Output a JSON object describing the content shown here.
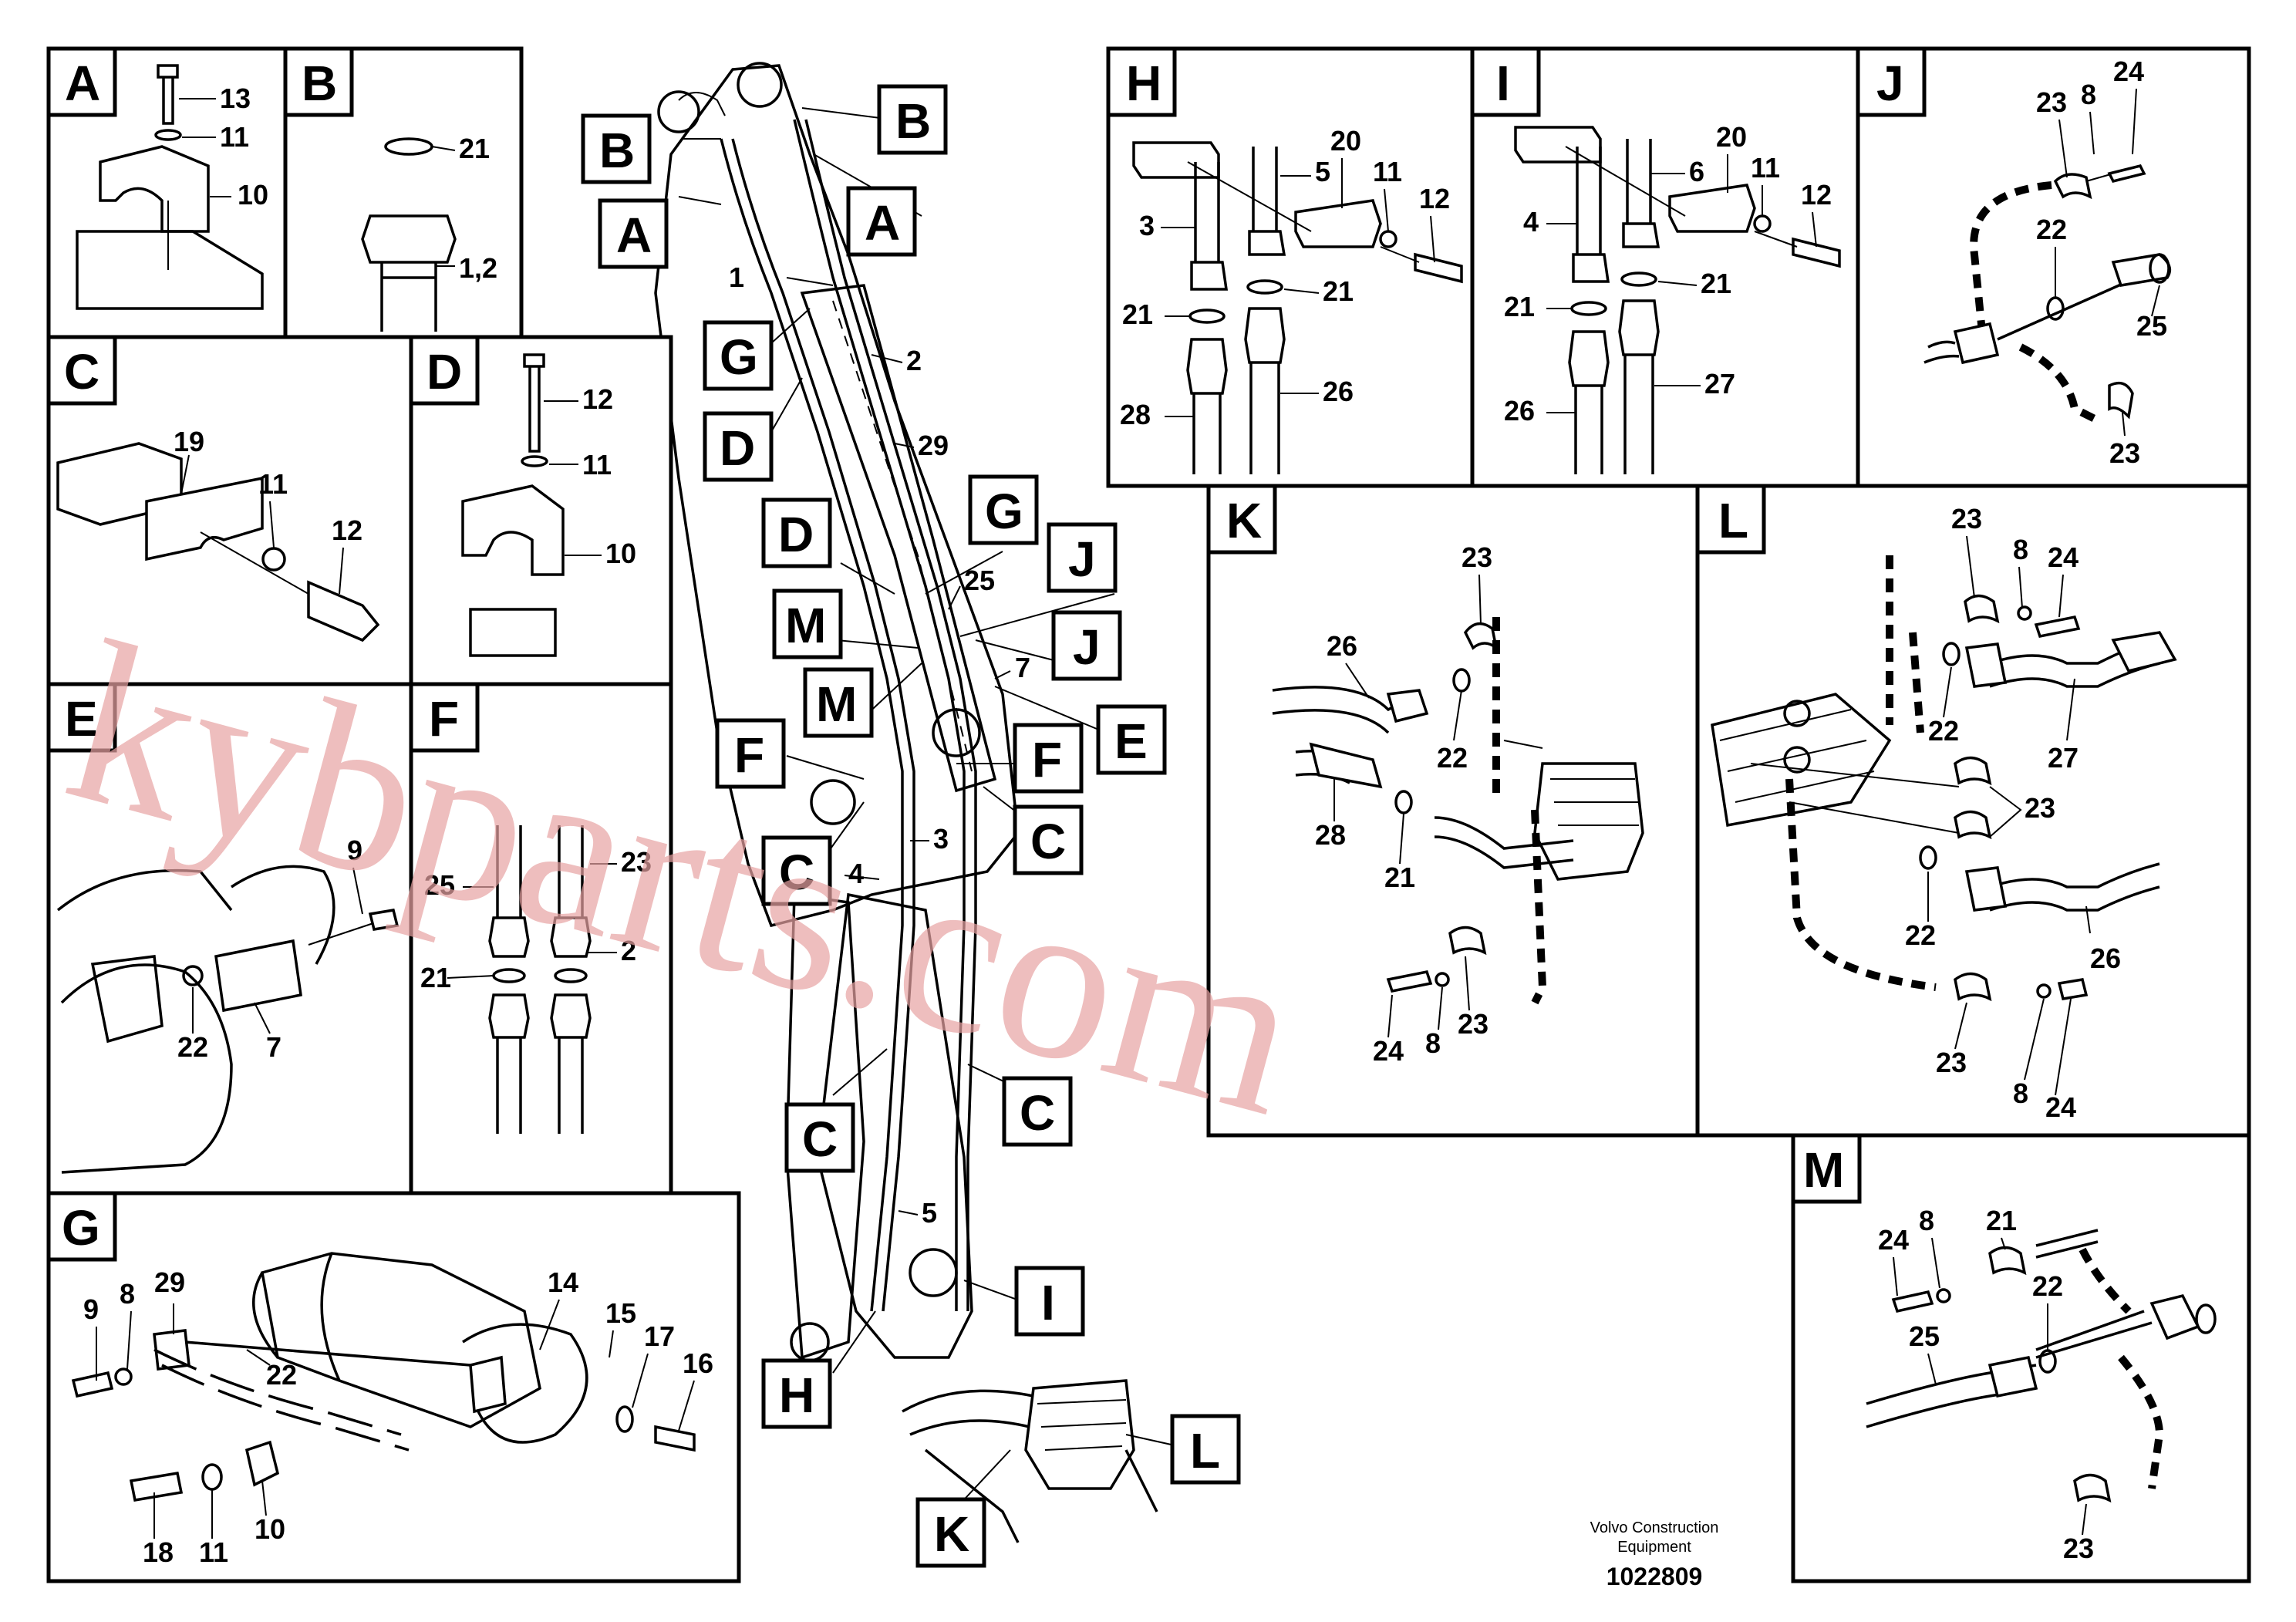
{
  "panels": {
    "A": {
      "letter": "A",
      "callouts": [
        "13",
        "11",
        "10"
      ]
    },
    "B": {
      "letter": "B",
      "callouts": [
        "21",
        "1,2"
      ]
    },
    "C": {
      "letter": "C",
      "callouts": [
        "19",
        "11",
        "12"
      ]
    },
    "D": {
      "letter": "D",
      "callouts": [
        "12",
        "11",
        "10"
      ]
    },
    "E": {
      "letter": "E",
      "callouts": [
        "9",
        "22",
        "7"
      ]
    },
    "F": {
      "letter": "F",
      "callouts": [
        "25",
        "23",
        "21",
        "2"
      ]
    },
    "G": {
      "letter": "G",
      "callouts": [
        "9",
        "8",
        "29",
        "22",
        "14",
        "15",
        "17",
        "16",
        "18",
        "11",
        "10"
      ]
    },
    "H": {
      "letter": "H",
      "callouts": [
        "20",
        "5",
        "11",
        "12",
        "3",
        "21",
        "21",
        "28",
        "26"
      ]
    },
    "I": {
      "letter": "I",
      "callouts": [
        "20",
        "6",
        "11",
        "12",
        "4",
        "21",
        "21",
        "26",
        "27"
      ]
    },
    "J": {
      "letter": "J",
      "callouts": [
        "23",
        "8",
        "24",
        "22",
        "25",
        "23"
      ]
    },
    "K": {
      "letter": "K",
      "callouts": [
        "23",
        "26",
        "22",
        "28",
        "21",
        "24",
        "8",
        "23"
      ]
    },
    "L": {
      "letter": "L",
      "callouts": [
        "23",
        "8",
        "24",
        "22",
        "27",
        "23",
        "22",
        "26",
        "23",
        "8",
        "24"
      ]
    },
    "M": {
      "letter": "M",
      "callouts": [
        "21",
        "24",
        "8",
        "22",
        "25",
        "23"
      ]
    }
  },
  "main": {
    "tags": [
      "B",
      "A",
      "B",
      "A",
      "G",
      "D",
      "D",
      "G",
      "J",
      "M",
      "J",
      "M",
      "E",
      "F",
      "F",
      "C",
      "C",
      "C",
      "C",
      "I",
      "H",
      "L",
      "K"
    ],
    "callouts": [
      "1",
      "2",
      "29",
      "25",
      "7",
      "3",
      "4",
      "5"
    ]
  },
  "footer": {
    "company_line1": "Volvo Construction",
    "company_line2": "Equipment",
    "drawing_number": "1022809"
  },
  "watermark": "kybparts.com"
}
